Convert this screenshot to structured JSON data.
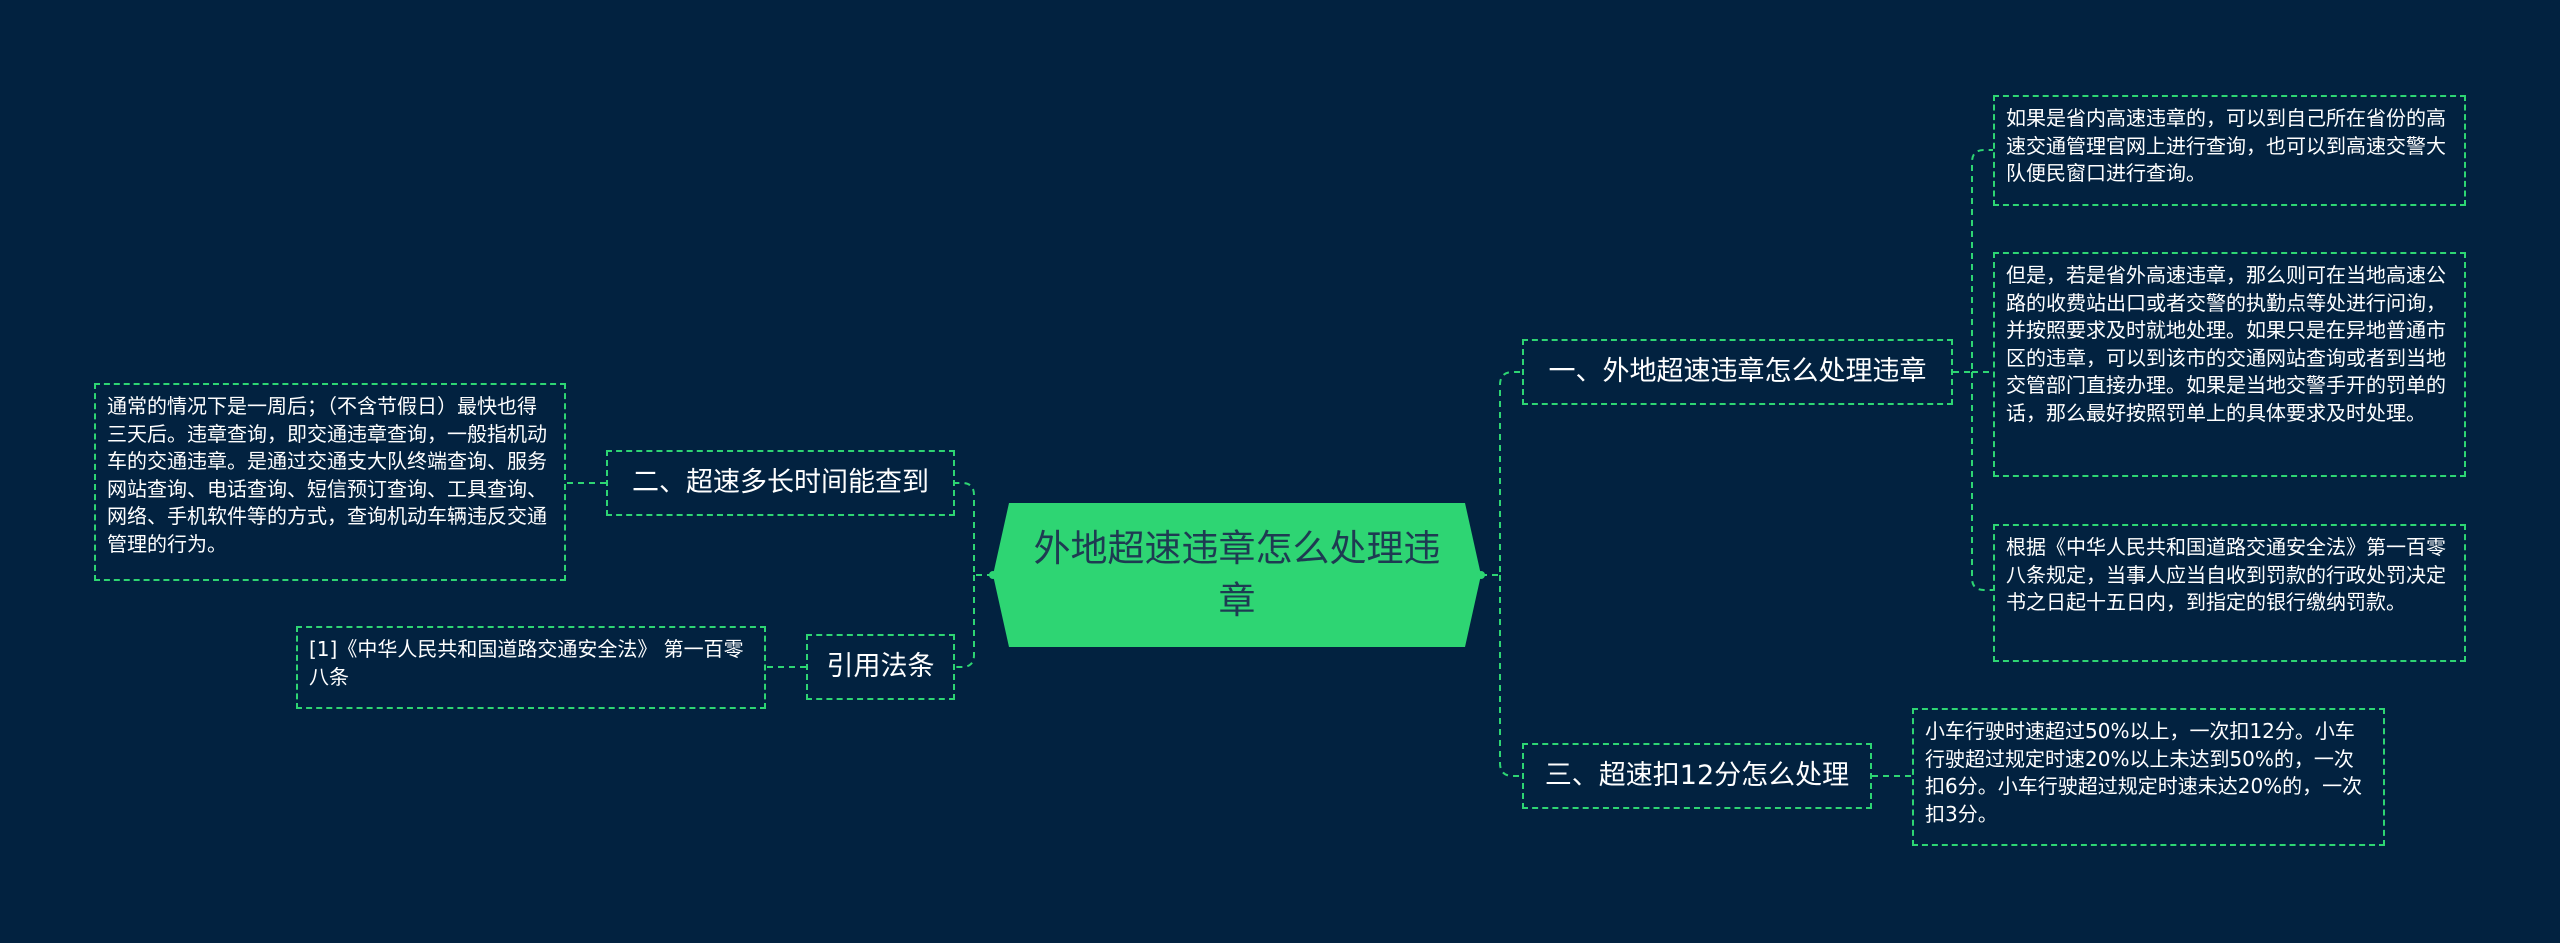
{
  "root": {
    "title": "外地超速违章怎么处理违章"
  },
  "branches": {
    "b1": {
      "label": "一、外地超速违章怎么处理违章",
      "leaves": [
        "如果是省内高速违章的，可以到自己所在省份的高速交通管理官网上进行查询，也可以到高速交警大队便民窗口进行查询。",
        "但是，若是省外高速违章，那么则可在当地高速公路的收费站出口或者交警的执勤点等处进行问询，并按照要求及时就地处理。如果只是在异地普通市区的违章，可以到该市的交通网站查询或者到当地交管部门直接办理。如果是当地交警手开的罚单的话，那么最好按照罚单上的具体要求及时处理。",
        "根据《中华人民共和国道路交通安全法》第一百零八条规定，当事人应当自收到罚款的行政处罚决定书之日起十五日内，到指定的银行缴纳罚款。"
      ]
    },
    "b2": {
      "label": "二、超速多长时间能查到",
      "leaves": [
        "通常的情况下是一周后；（不含节假日）最快也得三天后。违章查询，即交通违章查询，一般指机动车的交通违章。是通过交通支大队终端查询、服务网站查询、电话查询、短信预订查询、工具查询、网络、手机软件等的方式，查询机动车辆违反交通管理的行为。"
      ]
    },
    "b3": {
      "label": "三、超速扣12分怎么处理",
      "leaves": [
        "小车行驶时速超过50%以上，一次扣12分。小车行驶超过规定时速20%以上未达到50%的，一次扣6分。小车行驶超过规定时速未达20%的，一次扣3分。"
      ]
    },
    "b4": {
      "label": "引用法条",
      "leaves": [
        "[1]《中华人民共和国道路交通安全法》 第一百零八条"
      ]
    }
  },
  "colors": {
    "background": "#022240",
    "accent": "#2ed573",
    "root_text": "#1e3b52",
    "text": "#ffffff"
  }
}
